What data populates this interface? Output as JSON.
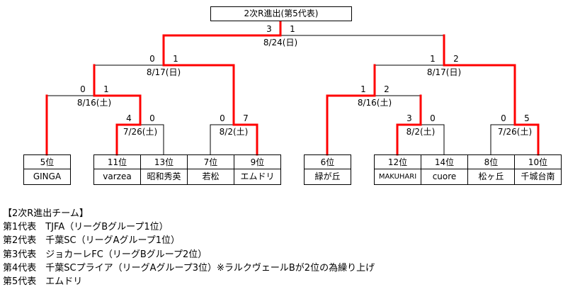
{
  "title": "2次R進出(第5代表)",
  "colors": {
    "winner_path": "#ff0000",
    "line": "#000000"
  },
  "matches": [
    {
      "round": "final",
      "date": "8/24(日)",
      "scores": [
        "3",
        "1"
      ]
    },
    {
      "round": "left-semi",
      "date": "8/17(日)",
      "scores": [
        "0",
        "1"
      ]
    },
    {
      "round": "left-qf",
      "date": "8/16(土)",
      "scores": [
        "0",
        "1"
      ]
    },
    {
      "round": "left-r1-a",
      "date": "7/26(土)",
      "scores": [
        "4",
        "0"
      ]
    },
    {
      "round": "left-r1-b",
      "date": "8/2(土)",
      "scores": [
        "0",
        "7"
      ]
    },
    {
      "round": "right-semi",
      "date": "8/17(日)",
      "scores": [
        "1",
        "2"
      ]
    },
    {
      "round": "right-qf",
      "date": "8/16(土)",
      "scores": [
        "1",
        "2"
      ]
    },
    {
      "round": "right-r1-a",
      "date": "8/2(土)",
      "scores": [
        "3",
        "0"
      ]
    },
    {
      "round": "right-r1-b",
      "date": "7/26(土)",
      "scores": [
        "0",
        "5"
      ]
    }
  ],
  "teams": [
    {
      "rank": "5位",
      "name": "GINGA"
    },
    {
      "rank": "11位",
      "name": "varzea"
    },
    {
      "rank": "13位",
      "name": "昭和秀英"
    },
    {
      "rank": "7位",
      "name": "若松"
    },
    {
      "rank": "9位",
      "name": "エムドリ"
    },
    {
      "rank": "6位",
      "name": "緑が丘"
    },
    {
      "rank": "12位",
      "name": "MAKUHARI"
    },
    {
      "rank": "14位",
      "name": "cuore"
    },
    {
      "rank": "8位",
      "name": "松ヶ丘"
    },
    {
      "rank": "10位",
      "name": "千城台南"
    }
  ],
  "notes": {
    "heading": "【2次R進出チーム】",
    "lines": [
      "第1代表　TJFA（リーグBグループ1位）",
      "第2代表　千葉SC（リーグAグループ1位）",
      "第3代表　ジョカーレFC（リーグBグループ2位）",
      "第4代表　千葉SCプライア（リーグAグループ3位）※ラルクヴェールBが2位の為繰り上げ",
      "第5代表　エムドリ"
    ]
  }
}
